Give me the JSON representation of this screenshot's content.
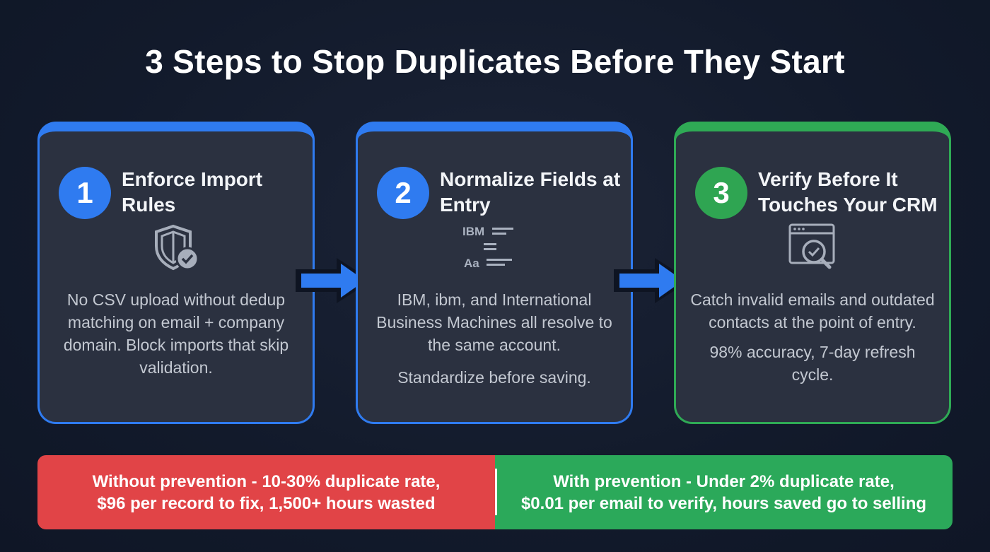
{
  "title": "3 Steps to Stop Duplicates Before They Start",
  "steps": [
    {
      "number": "1",
      "title": "Enforce Import Rules",
      "icon": "shield-check-icon",
      "body": [
        "No CSV upload without dedup matching on email + company domain. Block imports that skip validation."
      ],
      "accent": "#2f7bf0"
    },
    {
      "number": "2",
      "title": "Normalize Fields at Entry",
      "icon": "text-normalize-icon",
      "icon_labels": {
        "top": "IBM",
        "bottom": "Aa"
      },
      "body": [
        "IBM, ibm, and International Business Machines all resolve to the same account.",
        "Standardize before saving."
      ],
      "accent": "#2f7bf0"
    },
    {
      "number": "3",
      "title": "Verify Before It Touches Your CRM",
      "icon": "browser-search-check-icon",
      "body": [
        "Catch invalid emails and outdated contacts at the point of entry.",
        "98% accuracy, 7-day refresh cycle."
      ],
      "accent": "#2fa552"
    }
  ],
  "comparison": {
    "without": {
      "line1": "Without prevention - 10-30% duplicate rate,",
      "line2": "$96 per record to fix, 1,500+ hours wasted",
      "color": "#e14447"
    },
    "with": {
      "line1": "With prevention - Under 2% duplicate rate,",
      "line2": "$0.01 per email to verify, hours saved go to selling",
      "color": "#2ba95a"
    }
  }
}
